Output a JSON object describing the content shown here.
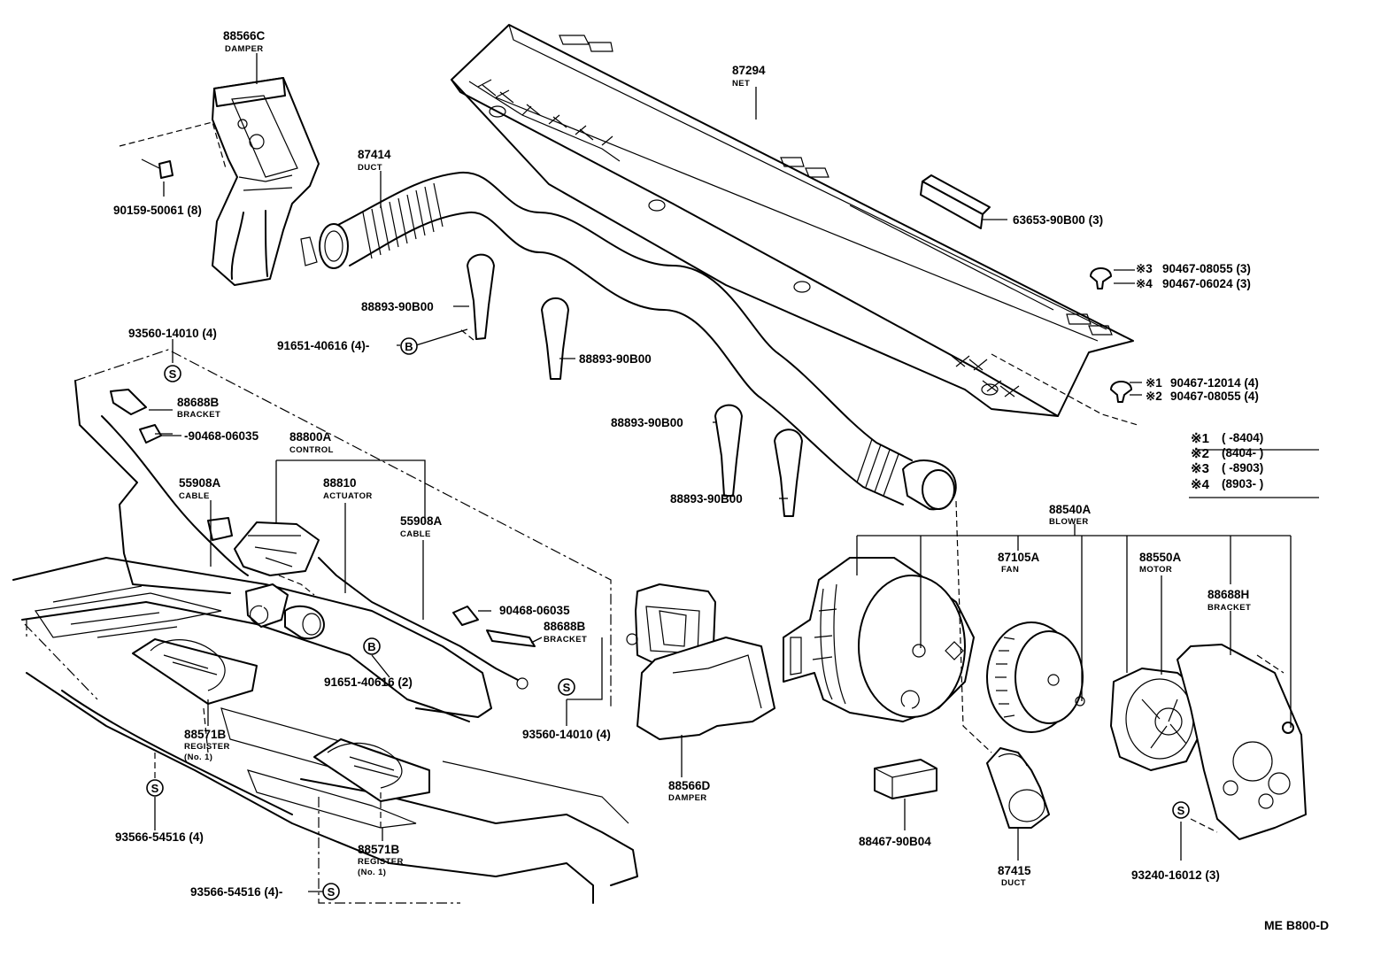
{
  "parts": {
    "p88566c": {
      "number": "88566C",
      "name": "DAMPER"
    },
    "p87294": {
      "number": "87294",
      "name": "NET"
    },
    "p87414": {
      "number": "87414",
      "name": "DUCT"
    },
    "p90159": {
      "number": "90159-50061 (8)"
    },
    "p63653": {
      "number": "63653-90B00 (3)"
    },
    "p90467_08055": {
      "mark": "※3",
      "number": "90467-08055 (3)"
    },
    "p90467_06024": {
      "mark": "※4",
      "number": "90467-06024 (3)"
    },
    "p88893_a": {
      "number": "88893-90B00"
    },
    "p91651_a": {
      "number": "91651-40616 (4)-"
    },
    "p88893_b": {
      "number": "88893-90B00"
    },
    "p93560_a": {
      "number": "93560-14010 (4)"
    },
    "p90467_12014": {
      "mark": "※1",
      "number": "90467-12014 (4)"
    },
    "p90467_08055b": {
      "mark": "※2",
      "number": "90467-08055 (4)"
    },
    "p88688b_a": {
      "number": "88688B",
      "name": "BRACKET"
    },
    "p90468_a": {
      "number": "-90468-06035"
    },
    "p88800a": {
      "number": "88800A",
      "name": "CONTROL"
    },
    "p88893_c": {
      "number": "88893-90B00"
    },
    "p55908a_a": {
      "number": "55908A",
      "name": "CABLE"
    },
    "p88810": {
      "number": "88810",
      "name": "ACTUATOR"
    },
    "p88893_d": {
      "number": "88893-90B00"
    },
    "p55908a_b": {
      "number": "55908A",
      "name": "CABLE"
    },
    "p88540a": {
      "number": "88540A",
      "name": "BLOWER"
    },
    "p87105a": {
      "number": "87105A",
      "name": "FAN"
    },
    "p88550a": {
      "number": "88550A",
      "name": "MOTOR"
    },
    "p88688h": {
      "number": "88688H",
      "name": "BRACKET"
    },
    "p90468_b": {
      "number": "90468-06035"
    },
    "p88688b_b": {
      "number": "88688B",
      "name": "BRACKET"
    },
    "p91651_b": {
      "number": "91651-40616 (2)"
    },
    "p93560_b": {
      "number": "93560-14010 (4)"
    },
    "p88571b_a": {
      "number": "88571B",
      "name": "REGISTER",
      "sub": "(No. 1)"
    },
    "p88566d": {
      "number": "88566D",
      "name": "DAMPER"
    },
    "p93566_a": {
      "number": "93566-54516 (4)"
    },
    "p88571b_b": {
      "number": "88571B",
      "name": "REGISTER",
      "sub": "(No. 1)"
    },
    "p88467": {
      "number": "88467-90B04"
    },
    "p87415": {
      "number": "87415",
      "name": "DUCT"
    },
    "p93240": {
      "number": "93240-16012 (3)"
    },
    "p93566_b": {
      "number": "93566-54516 (4)-"
    }
  },
  "symbols": {
    "s": "S",
    "b": "B"
  },
  "legend": [
    {
      "mark": "※1",
      "range": "(         -8404)"
    },
    {
      "mark": "※2",
      "range": "(8404-         )"
    },
    {
      "mark": "※3",
      "range": "(         -8903)"
    },
    {
      "mark": "※4",
      "range": "(8903-         )"
    }
  ],
  "diagram_code": "ME B800-D"
}
